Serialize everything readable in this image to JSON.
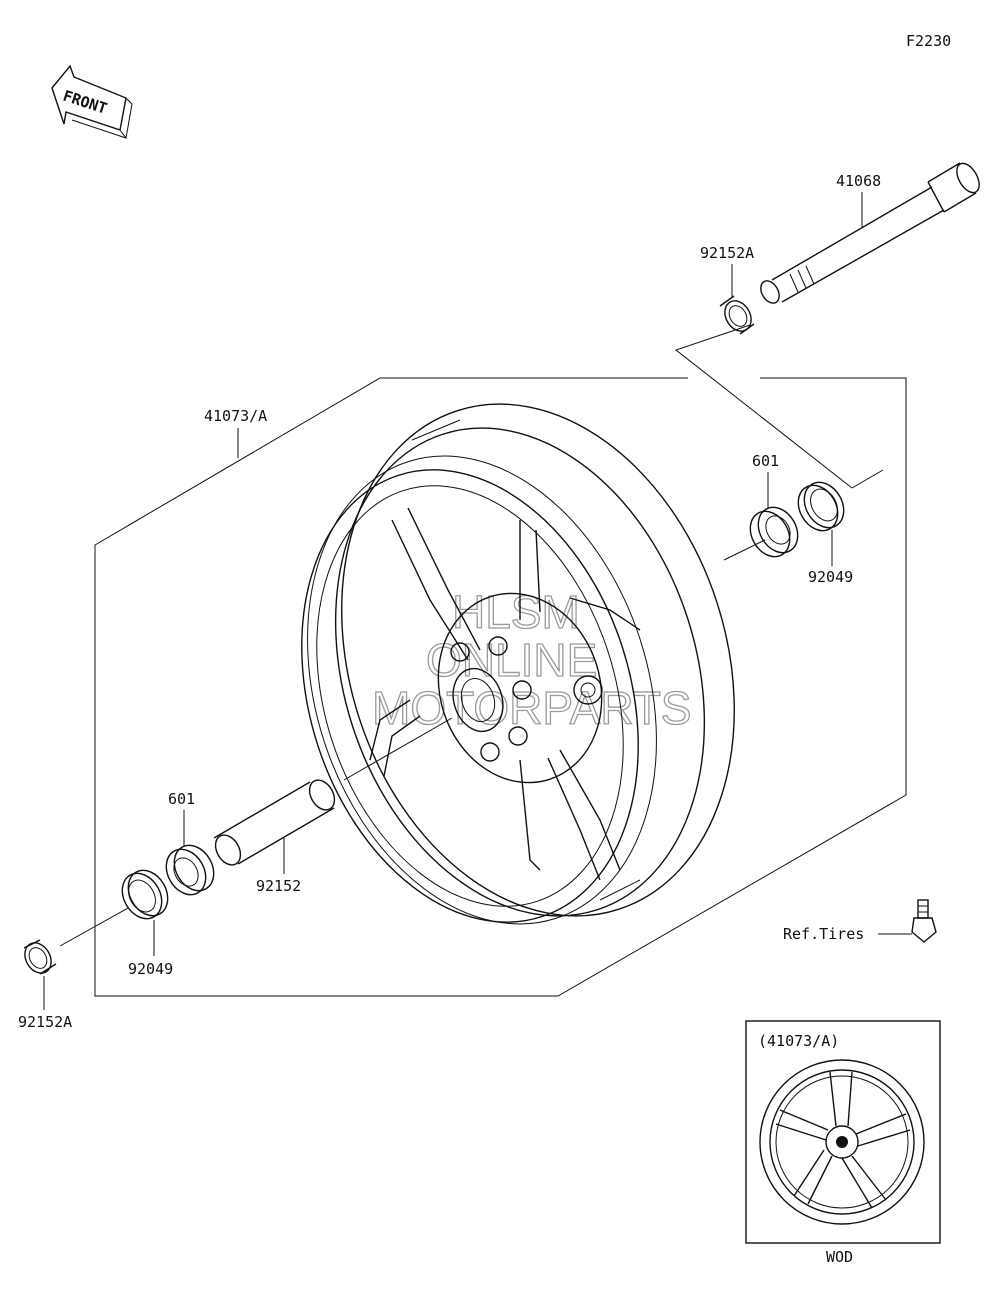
{
  "diagram_code": "F2230",
  "front_arrow_label": "FRONT",
  "watermark": [
    "HLSM",
    "ONLINE",
    "MOTORPARTS"
  ],
  "parts": {
    "axle": "41068",
    "collar_right": "92152A",
    "wheel": "41073/A",
    "bearing_right": "601",
    "seal_right": "92049",
    "bearing_left": "601",
    "spacer": "92152",
    "seal_left": "92049",
    "collar_left": "92152A",
    "ref_tires": "Ref.Tires"
  },
  "inset": {
    "title": "(41073/A)",
    "caption": "WOD"
  }
}
